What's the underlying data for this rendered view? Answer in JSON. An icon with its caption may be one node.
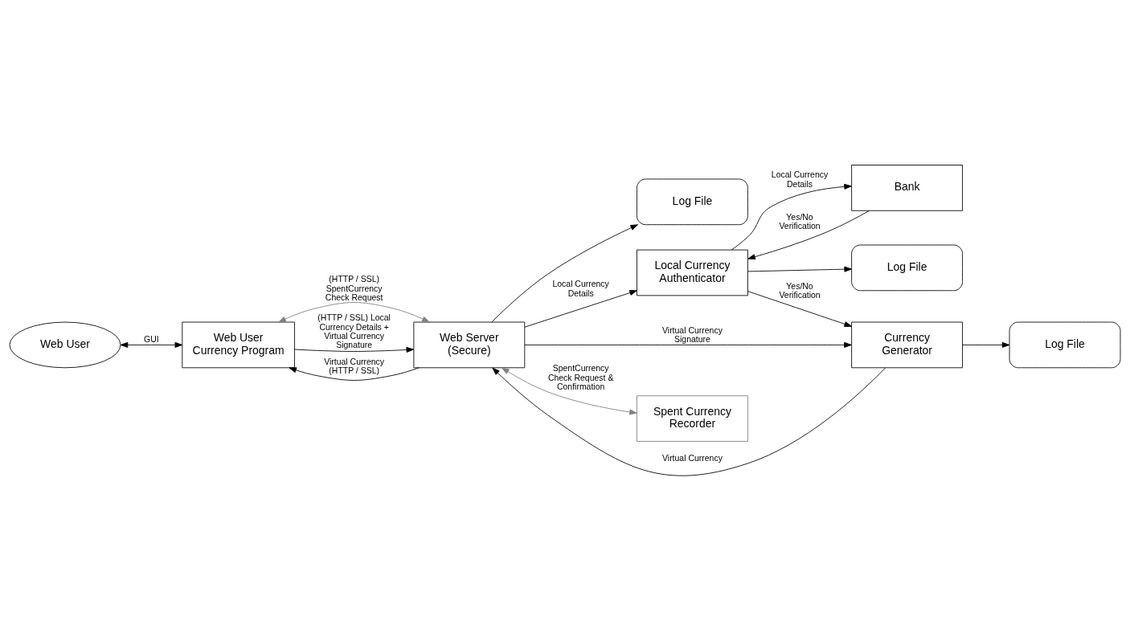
{
  "diagram": {
    "nodes": [
      {
        "text": [
          "Web User"
        ]
      },
      {
        "text": [
          "Web User Currency Program"
        ]
      },
      {
        "text": [
          "Web Server (Secure)"
        ]
      },
      {
        "text": [
          "Log File"
        ]
      },
      {
        "text": [
          "Bank"
        ]
      },
      {
        "text": [
          "Local Currency Authenticator"
        ]
      },
      {
        "text": [
          "Currency Generator"
        ]
      },
      {
        "text": [
          "Spent Currency Recorder"
        ]
      },
      {
        "text": [
          "Log File"
        ]
      },
      {
        "text": [
          "Log File"
        ]
      }
    ],
    "edges": [
      {
        "from": 0,
        "to": 1,
        "arrow": "both",
        "label": "GUI"
      },
      {
        "from": 1,
        "to": 2,
        "arrow": "both",
        "label": "(HTTP / SSL) SpentCurrency Check Request",
        "color": "#808080"
      },
      {
        "from": 1,
        "to": 2,
        "arrow": "to",
        "label": "(HTTP / SSL) Local Currency Details + Virtual Currency Signature"
      },
      {
        "from": 2,
        "to": 1,
        "arrow": "to",
        "label": "Virtual Currency (HTTP / SSL)"
      },
      {
        "from": 2,
        "to": 3,
        "arrow": "to"
      },
      {
        "from": 2,
        "to": 5,
        "arrow": "to",
        "label": "Local Currency Details"
      },
      {
        "from": 5,
        "to": 4,
        "arrow": "to",
        "label": "Local Currency Details"
      },
      {
        "from": 4,
        "to": 5,
        "arrow": "to",
        "label": "Yes/No Verification"
      },
      {
        "from": 5,
        "to": 6,
        "arrow": "to",
        "label": "Yes/No Verification"
      },
      {
        "from": 2,
        "to": 6,
        "arrow": "to",
        "label": "Virtual Currency Signature"
      },
      {
        "from": 6,
        "to": 2,
        "arrow": "to",
        "label": "Virtual Currency"
      },
      {
        "from": 2,
        "to": 7,
        "arrow": "both",
        "label": "SpentCurrency Check Request & Confirmation",
        "color": "#808080"
      },
      {
        "from": 6,
        "to": 8,
        "arrow": "to"
      },
      {
        "from": 5,
        "to": 9,
        "arrow": "to"
      }
    ]
  }
}
